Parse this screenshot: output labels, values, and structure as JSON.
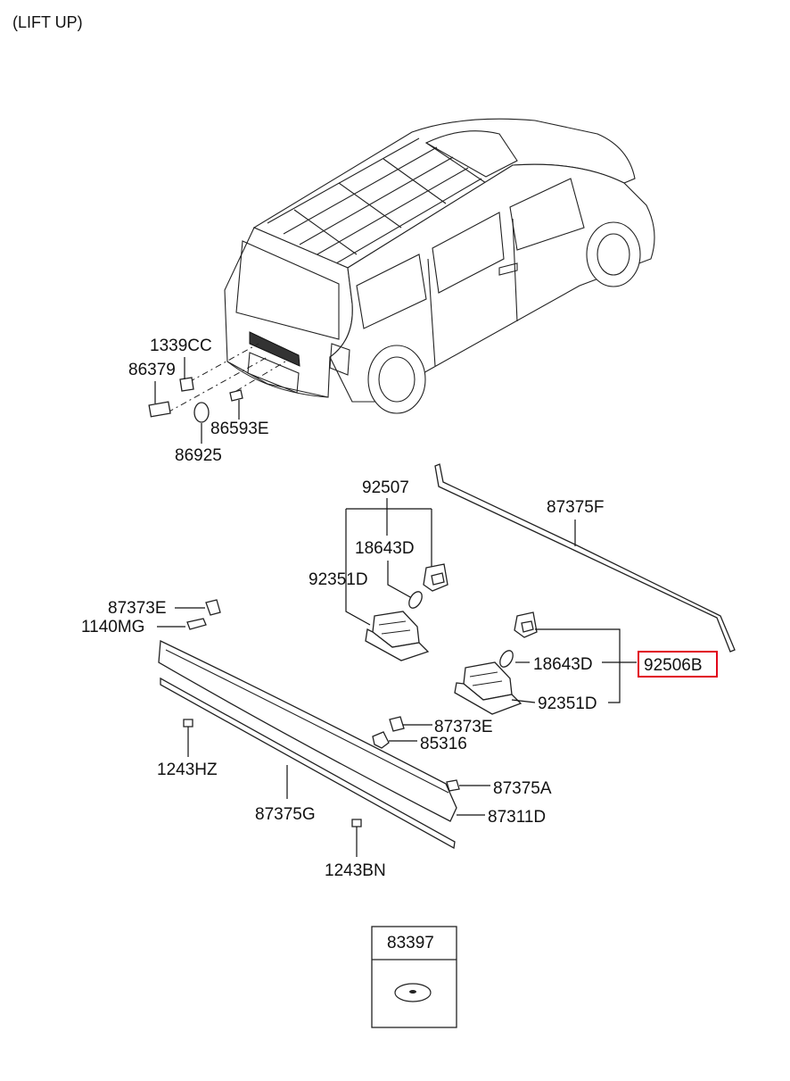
{
  "caption": "(LIFT UP)",
  "highlight_color": "#e1001a",
  "labels": {
    "p1339CC": "1339CC",
    "p86379": "86379",
    "p86593E": "86593E",
    "p86925": "86925",
    "p92507": "92507",
    "p18643D_a": "18643D",
    "p92351D_a": "92351D",
    "p87375F": "87375F",
    "p87373E_a": "87373E",
    "p1140MG": "1140MG",
    "p18643D_b": "18643D",
    "p92506B": "92506B",
    "p92351D_b": "92351D",
    "p87373E_b": "87373E",
    "p85316": "85316",
    "p1243HZ": "1243HZ",
    "p87375A": "87375A",
    "p87375G": "87375G",
    "p87311D": "87311D",
    "p1243BN": "1243BN",
    "p83397": "83397"
  }
}
